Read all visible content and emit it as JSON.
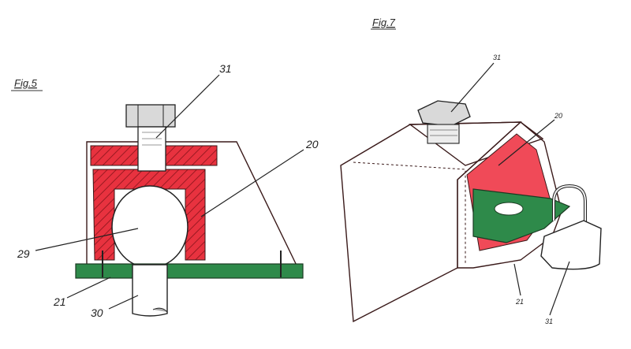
{
  "figures": [
    {
      "title": "Fig.5",
      "callouts": {
        "bolt": "31",
        "housing": "20",
        "ball": "29",
        "plate": "21",
        "shaft": "30"
      }
    },
    {
      "title": "Fig.7",
      "callouts": {
        "bolt": "31",
        "housing": "20",
        "plate": "21",
        "padlock": "31"
      }
    }
  ],
  "colors": {
    "housing_red": "#e8323f",
    "plate_green": "#2e8a4a",
    "hatch": "#9a1a22",
    "bolt_gray": "#d9d9d9"
  }
}
